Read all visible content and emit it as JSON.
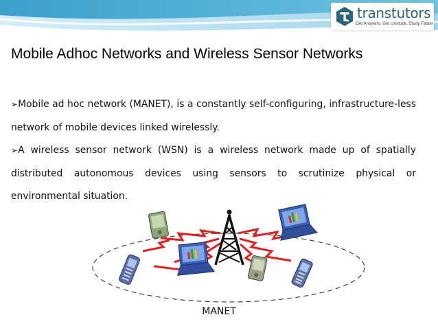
{
  "brand": {
    "name": "transtutors",
    "tagline": "Get Answers. Get Unstuck. Study Faster"
  },
  "slide": {
    "title": "Mobile Adhoc Networks and Wireless Sensor Networks",
    "bullets": [
      "Mobile ad hoc network (MANET), is a constantly self-configuring, infrastructure-less network of mobile devices linked wirelessly.",
      "A wireless sensor network (WSN) is a wireless network made up of spatially distributed autonomous devices using sensors to scrutinize physical or environmental situation."
    ],
    "figure_caption": "MANET"
  },
  "colors": {
    "header_dark": "#3aa0cc",
    "header_light": "#b9e2f2",
    "brand_teal": "#2a6478",
    "signal_red": "#e02020",
    "laptop_blue": "#3b5fb5",
    "pda_green": "#8da67a"
  },
  "icons": [
    "transtutors-logo-icon",
    "bullet-arrow-icon",
    "cell-tower-icon",
    "laptop-icon",
    "pda-icon",
    "mobile-phone-icon"
  ]
}
